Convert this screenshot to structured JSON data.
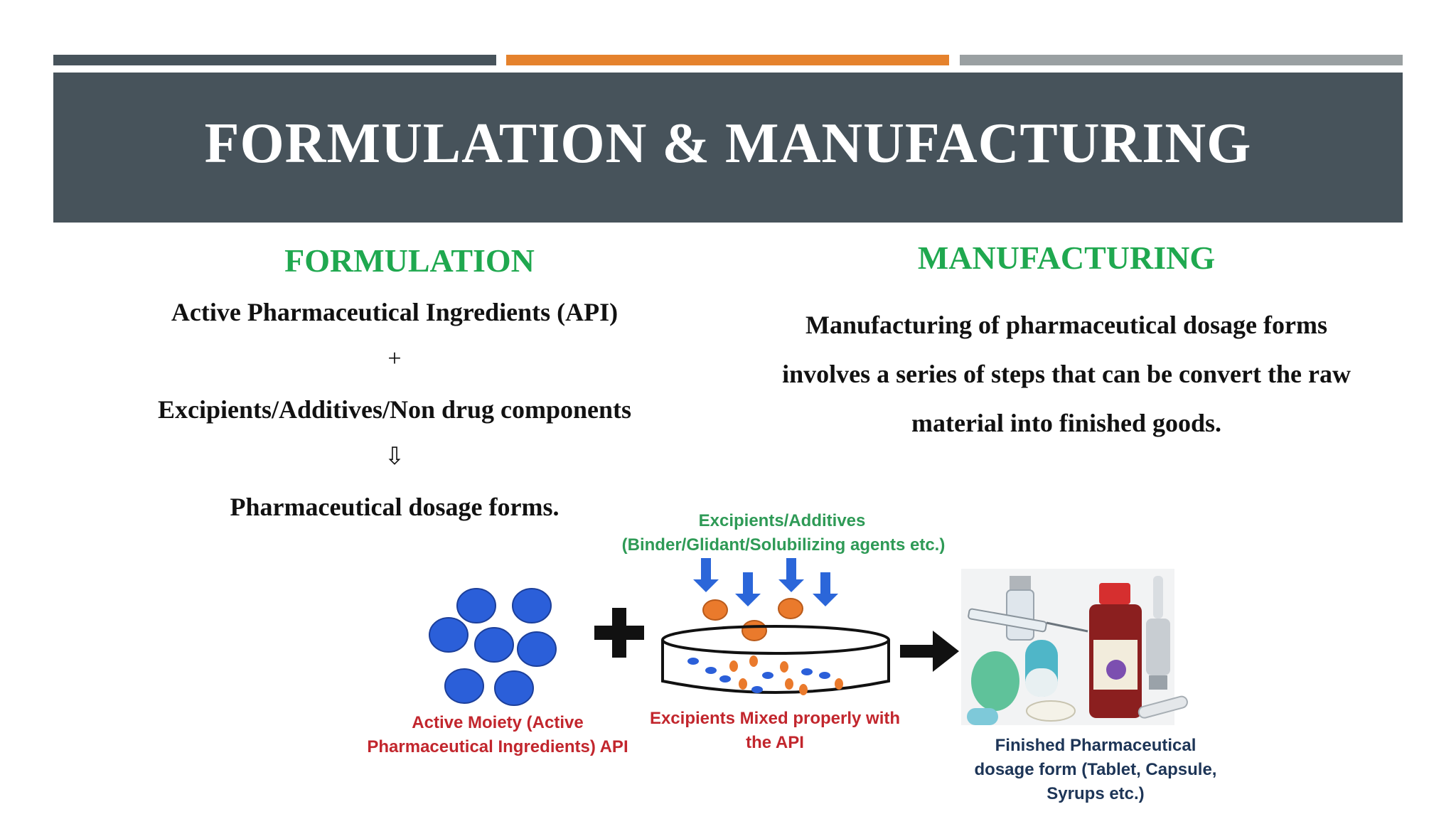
{
  "slide": {
    "title": "FORMULATION & MANUFACTURING",
    "accent_colors": {
      "dark": "#47535b",
      "orange": "#e5822d",
      "grey": "#9aa0a2",
      "green": "#1fa84f"
    }
  },
  "formulation": {
    "heading": "FORMULATION",
    "line1": "Active Pharmaceutical Ingredients (API)",
    "plus": "+",
    "line2": "Excipients/Additives/Non drug components",
    "arrow": "⇩",
    "line3": "Pharmaceutical dosage forms."
  },
  "manufacturing": {
    "heading": "MANUFACTURING",
    "text_line1": "Manufacturing of pharmaceutical dosage forms",
    "text_line2": "involves a series of steps that can be convert the raw",
    "text_line3": "material into finished goods."
  },
  "diagram": {
    "excipients_title": "Excipients/Additives",
    "excipients_sub": "(Binder/Glidant/Solubilizing agents etc.)",
    "api_label_1": "Active Moiety (Active",
    "api_label_2": "Pharmaceutical Ingredients) API",
    "mixed_label_1": "Excipients Mixed properly with",
    "mixed_label_2": "the API",
    "finished_label_1": "Finished Pharmaceutical",
    "finished_label_2": "dosage form (Tablet, Capsule,",
    "finished_label_3": "Syrups etc.)"
  }
}
